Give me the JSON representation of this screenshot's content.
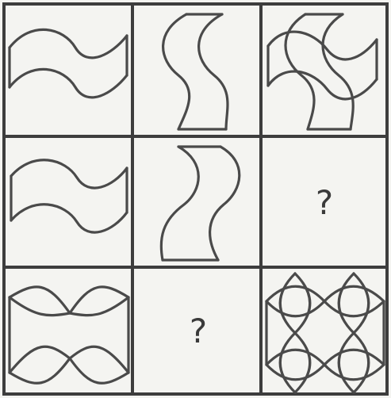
{
  "puzzle": {
    "rows": 3,
    "cols": 3,
    "cells": [
      {
        "row": 1,
        "col": 1,
        "content": "horizontal-wave-band"
      },
      {
        "row": 1,
        "col": 2,
        "content": "vertical-wave-band"
      },
      {
        "row": 1,
        "col": 3,
        "content": "overlaid-wave-bands"
      },
      {
        "row": 2,
        "col": 1,
        "content": "horizontal-wave-band"
      },
      {
        "row": 2,
        "col": 2,
        "content": "vertical-wave-band"
      },
      {
        "row": 2,
        "col": 3,
        "content": "question-mark"
      },
      {
        "row": 3,
        "col": 1,
        "content": "horizontal-lens-chain"
      },
      {
        "row": 3,
        "col": 2,
        "content": "question-mark"
      },
      {
        "row": 3,
        "col": 3,
        "content": "overlaid-lens-flower"
      }
    ],
    "missing_marks": [
      "?",
      "?"
    ]
  },
  "colors": {
    "paper": "#f4f4f1",
    "ink": "#4a4a4a"
  }
}
